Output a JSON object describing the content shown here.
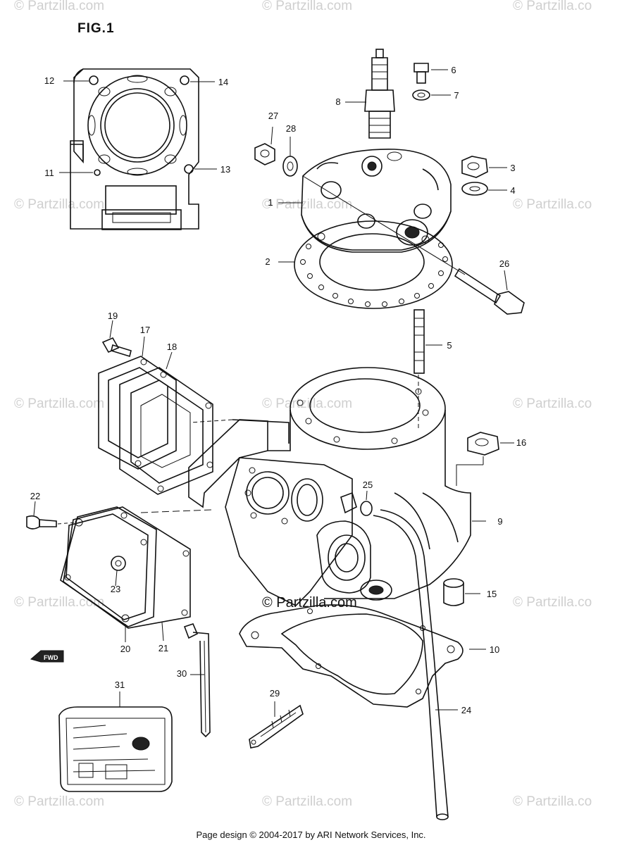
{
  "figure": {
    "title": "FIG.1",
    "watermark": "© Partzilla.com",
    "watermark_right": "© Partzilla.co",
    "center_watermark": "© Partzilla.com",
    "footer": "Page design © 2004-2017 by ARI Network Services, Inc.",
    "direction_label": "FWD"
  },
  "callouts": [
    "1",
    "2",
    "3",
    "4",
    "5",
    "6",
    "7",
    "8",
    "9",
    "10",
    "11",
    "12",
    "13",
    "14",
    "15",
    "16",
    "17",
    "18",
    "19",
    "20",
    "21",
    "22",
    "23",
    "24",
    "25",
    "26",
    "27",
    "28",
    "29",
    "30",
    "31"
  ],
  "parts": [
    {
      "id": "1",
      "name": "cylinder-head"
    },
    {
      "id": "2",
      "name": "head-gasket"
    },
    {
      "id": "3",
      "name": "nut"
    },
    {
      "id": "4",
      "name": "washer"
    },
    {
      "id": "5",
      "name": "stud-bolt"
    },
    {
      "id": "6",
      "name": "bolt"
    },
    {
      "id": "7",
      "name": "washer"
    },
    {
      "id": "8",
      "name": "spark-plug"
    },
    {
      "id": "9",
      "name": "cylinder"
    },
    {
      "id": "10",
      "name": "base-gasket"
    },
    {
      "id": "11",
      "name": "plug"
    },
    {
      "id": "12",
      "name": "dowel-pin"
    },
    {
      "id": "13",
      "name": "dowel-pin"
    },
    {
      "id": "14",
      "name": "dowel-pin"
    },
    {
      "id": "15",
      "name": "dowel-pin"
    },
    {
      "id": "16",
      "name": "nut"
    },
    {
      "id": "17",
      "name": "gasket"
    },
    {
      "id": "18",
      "name": "gasket"
    },
    {
      "id": "19",
      "name": "bolt"
    },
    {
      "id": "20",
      "name": "cover"
    },
    {
      "id": "21",
      "name": "gasket"
    },
    {
      "id": "22",
      "name": "bolt"
    },
    {
      "id": "23",
      "name": "washer"
    },
    {
      "id": "24",
      "name": "hose"
    },
    {
      "id": "25",
      "name": "clamp"
    },
    {
      "id": "26",
      "name": "bolt"
    },
    {
      "id": "27",
      "name": "nut"
    },
    {
      "id": "28",
      "name": "washer"
    },
    {
      "id": "29",
      "name": "clamp"
    },
    {
      "id": "30",
      "name": "clamp"
    },
    {
      "id": "31",
      "name": "label"
    }
  ]
}
